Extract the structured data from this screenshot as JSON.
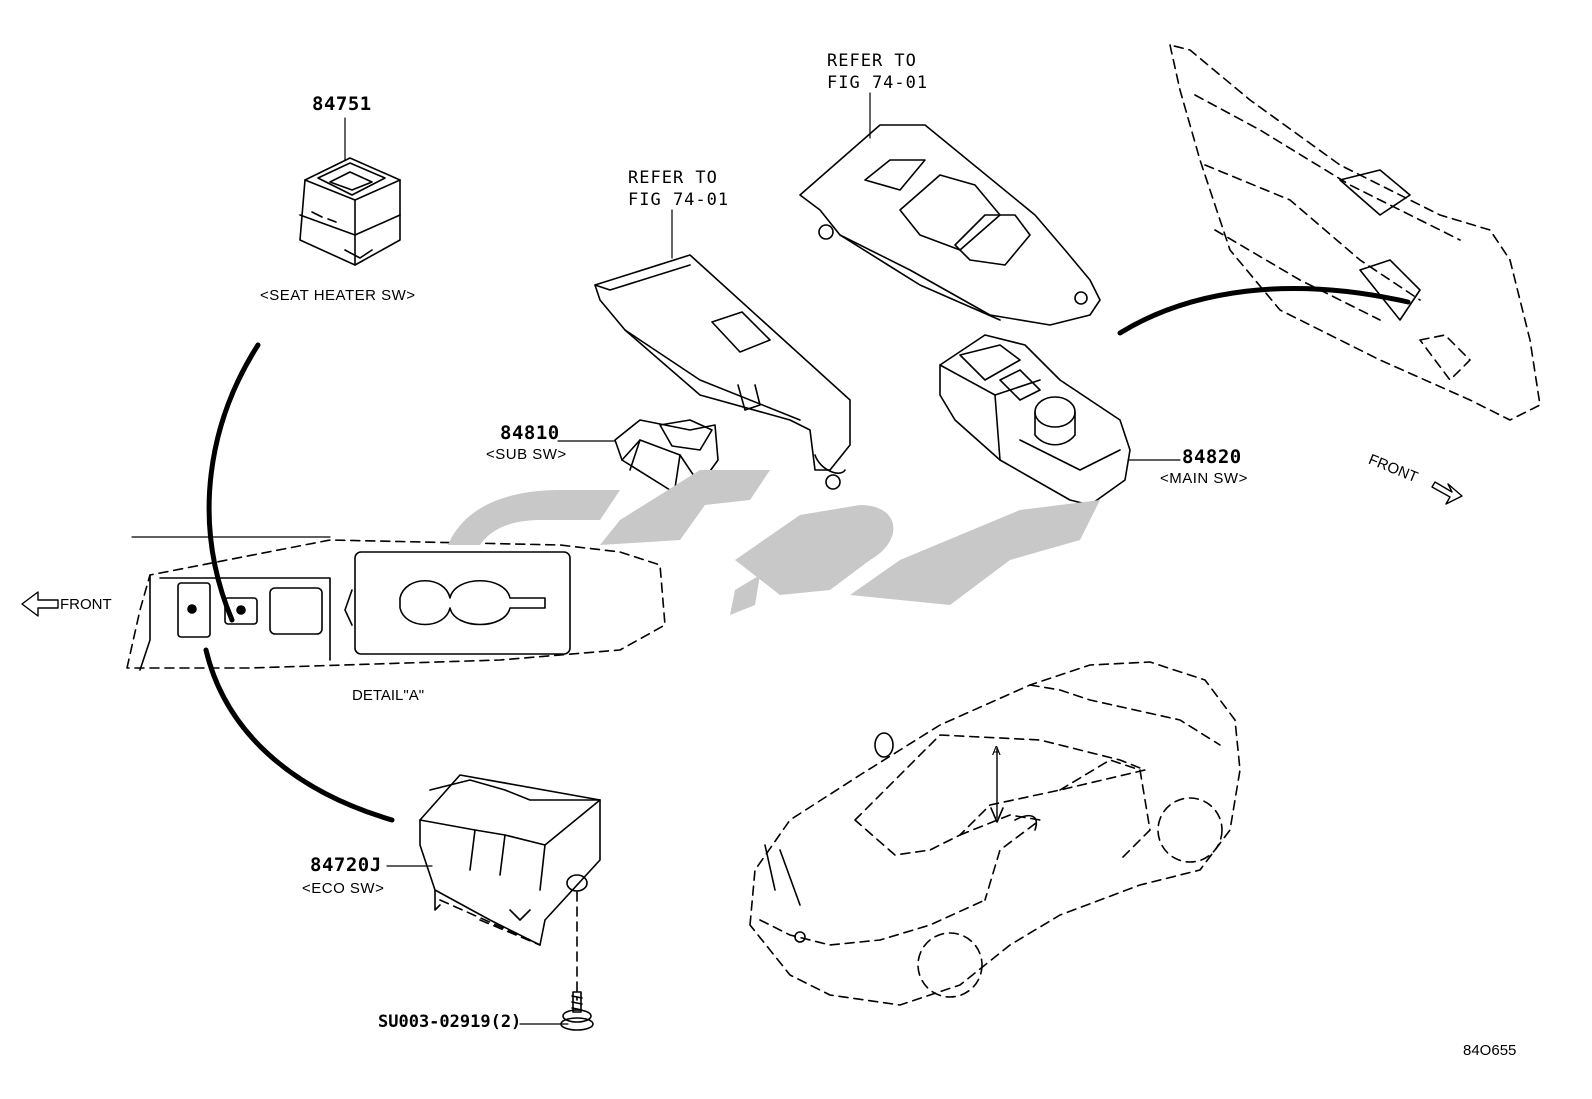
{
  "parts": {
    "seat_heater": {
      "number": "84751",
      "name": "<SEAT HEATER SW>"
    },
    "sub_sw": {
      "number": "84810",
      "name": "<SUB SW>"
    },
    "main_sw": {
      "number": "84820",
      "name": "<MAIN SW>"
    },
    "eco_sw": {
      "number": "84720J",
      "name": "<ECO SW>"
    },
    "screw": {
      "number": "SU003-02919(2)"
    }
  },
  "references": {
    "ref_top": {
      "line1": "REFER TO",
      "line2": "FIG 74-01"
    },
    "ref_mid": {
      "line1": "REFER TO",
      "line2": "FIG 74-01"
    }
  },
  "detail": {
    "label": "DETAIL\"A\"",
    "arrow_marker": "A"
  },
  "direction": {
    "front_left": "FRONT",
    "front_right": "FRONT"
  },
  "diagram_code": "84O655",
  "colors": {
    "line": "#000000",
    "watermark": "#c8c8c8"
  }
}
